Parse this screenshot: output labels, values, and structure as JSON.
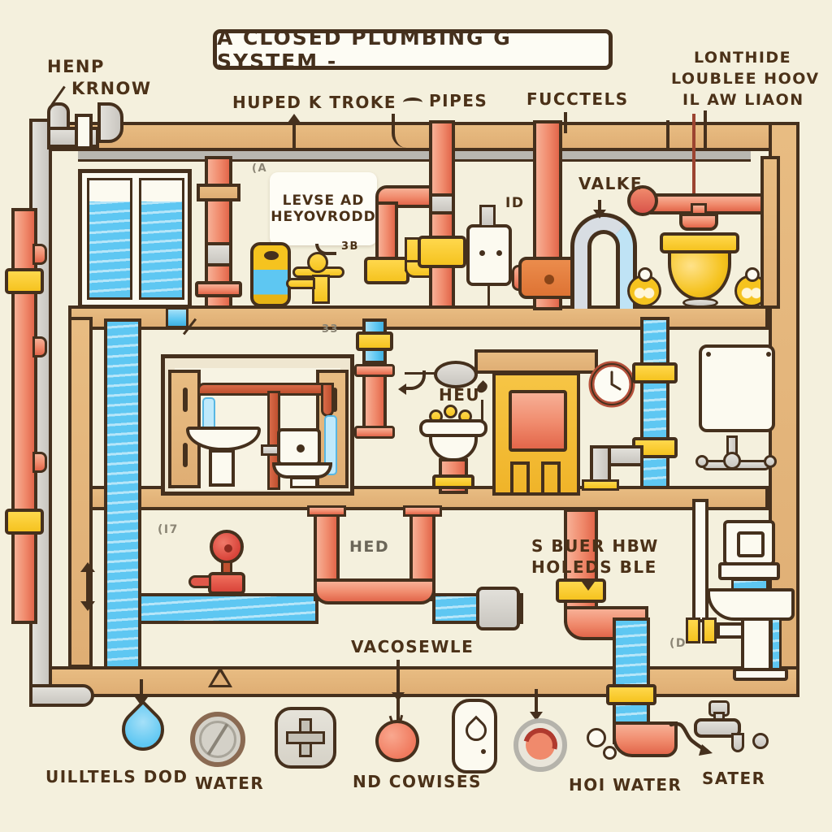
{
  "title": "A CLOSED PLUMBING G SYSTEM -",
  "labels": {
    "henp": "HENP",
    "krnow": "KRNOW",
    "huped_k_troke": "HUPED K TROKE",
    "pipes": "PIPES",
    "fucctels": "FUCCTELS",
    "lonthide": "LONTHIDE",
    "loublee_hoov": "LOUBLEE HOOV",
    "il_aw_liaon": "IL AW LIAON",
    "levse_line1": "LEVSE AD",
    "levse_line2": "HEYOVRODD",
    "valke": "VALKE",
    "id": "ID",
    "heu": "HEU",
    "hed": "HED",
    "s_buer_hbw": "S BUER HBW",
    "holeds_ble": "HOLEDS BLE",
    "vacosewle": "VACOSEWLE",
    "uilltels_dod": "UILLTELS DOD",
    "water": "WATER",
    "nd_cowises": "ND COWISES",
    "hoi_water": "HOI WATER",
    "sater": "SATER"
  },
  "micro": {
    "a1": "(A",
    "b1": "3B",
    "c1": "33",
    "d1": "(I7",
    "e1": "(D"
  },
  "icons": {
    "water-drop-icon": "css-teardrop",
    "gauge-icon": "css-circle-dial",
    "plus-icon": "css-cross-square",
    "ball-icon": "css-circle",
    "bottle-icon": "css-rounded-bottle",
    "swirl-icon": "css-spiral-circle",
    "faucet-icon": "css-faucet",
    "clock-icon": "svg-clock",
    "shower-head-icon": "css-ellipse",
    "trap-icon": "css-arch",
    "pretzel-icon": "css-dotted-circle"
  },
  "colors": {
    "background": "#f4f0dd",
    "outline": "#45301d",
    "text": "#4b3118",
    "pipe_salmon": "#f08a6c",
    "pipe_blue": "#5ec7f2",
    "wood_tan": "#dfae74",
    "metal_gray": "#c9c6c0",
    "accent_yellow": "#f5c31f",
    "accent_red": "#d9544a",
    "cream": "#fcfaf0"
  }
}
